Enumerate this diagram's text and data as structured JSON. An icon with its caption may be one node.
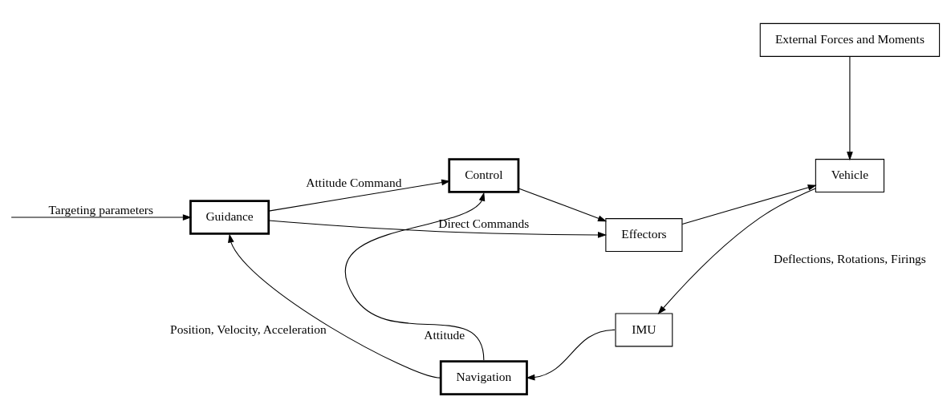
{
  "diagram": {
    "nodes": [
      {
        "text": [
          "Guidance"
        ]
      },
      {
        "text": [
          "Control"
        ]
      },
      {
        "text": [
          "Effectors"
        ]
      },
      {
        "text": [
          "Vehicle"
        ]
      },
      {
        "text": [
          "External Forces and Moments"
        ]
      },
      {
        "text": [
          "Navigation"
        ]
      },
      {
        "text": [
          "IMU"
        ]
      }
    ],
    "edges": [
      {
        "from": null,
        "to": 0,
        "arrow": "to",
        "label": "Targeting parameters"
      },
      {
        "from": 0,
        "to": 2,
        "arrow": "to",
        "label": "Direct Commands"
      },
      {
        "from": 0,
        "to": 1,
        "arrow": "to",
        "label": "Attitude Command"
      },
      {
        "from": 1,
        "to": 2,
        "arrow": "to"
      },
      {
        "from": 2,
        "to": 3,
        "arrow": "to"
      },
      {
        "from": 4,
        "to": 3,
        "arrow": "to"
      },
      {
        "from": 3,
        "to": 6,
        "arrow": "to"
      },
      {
        "from": 6,
        "to": 5,
        "arrow": "to"
      },
      {
        "from": 5,
        "to": 1,
        "arrow": "to",
        "label": "Attitude"
      },
      {
        "from": 5,
        "to": 0,
        "arrow": "to",
        "label": "Position, Velocity, Acceleration"
      }
    ],
    "labels": [
      "Deflections, Rotations, Firings"
    ]
  }
}
